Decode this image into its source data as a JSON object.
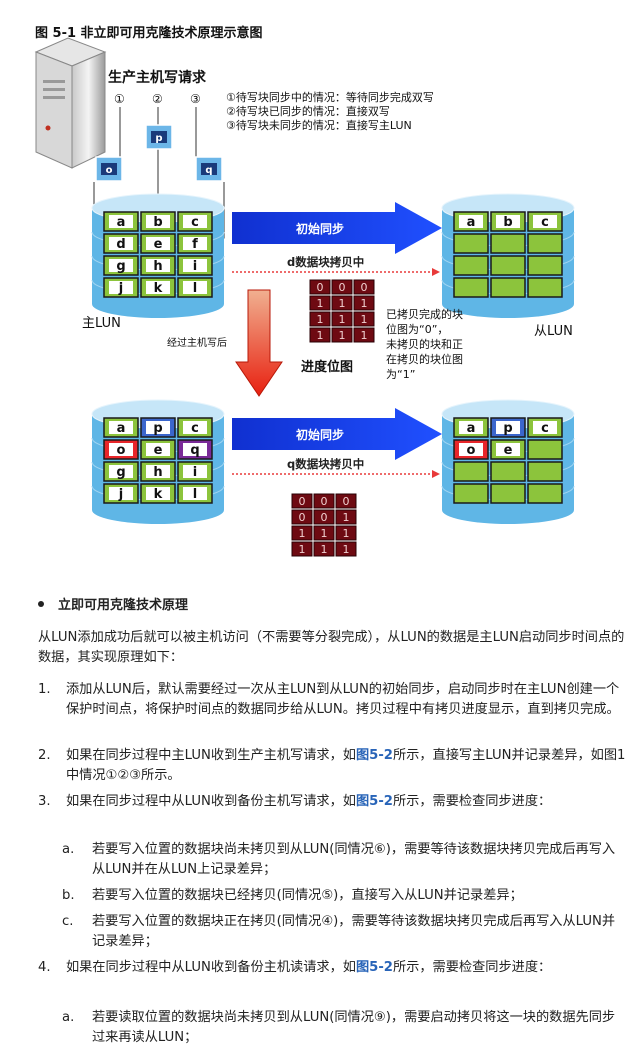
{
  "figure": {
    "title": "图 5-1 非立即可用克隆技术原理示意图",
    "host_label": "生产主机写请求",
    "circled": [
      "①",
      "②",
      "③"
    ],
    "cases": [
      "①待写块同步中的情况：等待同步完成双写",
      "②待写块已同步的情况：直接双写",
      "③待写块未同步的情况：直接写主LUN"
    ],
    "request_blocks": [
      "o",
      "p",
      "q"
    ],
    "primary_grid_top": [
      "a",
      "b",
      "c",
      "d",
      "e",
      "f",
      "g",
      "h",
      "i",
      "j",
      "k",
      "l"
    ],
    "secondary_grid_top": [
      "a",
      "b",
      "c"
    ],
    "primary_grid_bottom": [
      "a",
      "p",
      "c",
      "o",
      "e",
      "q",
      "g",
      "h",
      "i",
      "j",
      "k",
      "l"
    ],
    "secondary_grid_bottom": [
      "a",
      "p",
      "c",
      "o",
      "e"
    ],
    "sync_label": "初始同步",
    "copy_label_top": "d数据块拷贝中",
    "copy_label_bottom": "q数据块拷贝中",
    "primary_lun": "主LUN",
    "secondary_lun": "从LUN",
    "via_host": "经过主机写后",
    "progress_label": "进度位图",
    "bitmap_top": [
      "0",
      "0",
      "0",
      "1",
      "1",
      "1",
      "1",
      "1",
      "1",
      "1",
      "1",
      "1"
    ],
    "bitmap_bottom": [
      "0",
      "0",
      "0",
      "0",
      "0",
      "1",
      "1",
      "1",
      "1",
      "1",
      "1",
      "1"
    ],
    "bitmap_note": [
      "已拷贝完成的块",
      "位图为“0”，",
      "未拷贝的块和正",
      "在拷贝的块位图",
      "为“1”"
    ],
    "colors": {
      "green": "#8cc43c",
      "red": "#e8262a",
      "blue": "#3b66cc",
      "purple": "#7a2a98",
      "arrow_blue": "#1840e0",
      "bitmap": "#6e0a12",
      "disk": "#5fb6e6"
    }
  },
  "text": {
    "heading": "立即可用克隆技术原理",
    "intro": "从LUN添加成功后就可以被主机访问（不需要等分裂完成），从LUN的数据是主LUN启动同步时间点的数据，其实现原理如下：",
    "items": [
      {
        "num": "1.",
        "text": "添加从LUN后，默认需要经过一次从主LUN到从LUN的初始同步，启动同步时在主LUN创建一个保护时间点，将保护时间点的数据同步给从LUN。拷贝过程中有拷贝进度显示，直到拷贝完成。"
      },
      {
        "num": "2.",
        "pre": "如果在同步过程中主LUN收到生产主机写请求，如",
        "link": "图5-2",
        "post": "所示，直接写主LUN并记录差异，如图1中情况①②③所示。"
      },
      {
        "num": "3.",
        "pre": "如果在同步过程中从LUN收到备份主机写请求，如",
        "link": "图5-2",
        "post": "所示，需要检查同步进度："
      },
      {
        "num": "4.",
        "pre": "如果在同步过程中从LUN收到备份主机读请求，如",
        "link": "图5-2",
        "post": "所示，需要检查同步进度："
      }
    ],
    "sub3": [
      {
        "num": "a.",
        "text": "若要写入位置的数据块尚未拷贝到从LUN(同情况⑥)，需要等待该数据块拷贝完成后再写入从LUN并在从LUN上记录差异；"
      },
      {
        "num": "b.",
        "text": "若要写入位置的数据块已经拷贝(同情况⑤)，直接写入从LUN并记录差异；"
      },
      {
        "num": "c.",
        "text": "若要写入位置的数据块正在拷贝(同情况④)，需要等待该数据块拷贝完成后再写入从LUN并记录差异；"
      }
    ],
    "sub4": [
      {
        "num": "a.",
        "text": "若要读取位置的数据块尚未拷贝到从LUN(同情况⑨)，需要启动拷贝将这一块的数据先同步过来再读从LUN；"
      }
    ]
  }
}
